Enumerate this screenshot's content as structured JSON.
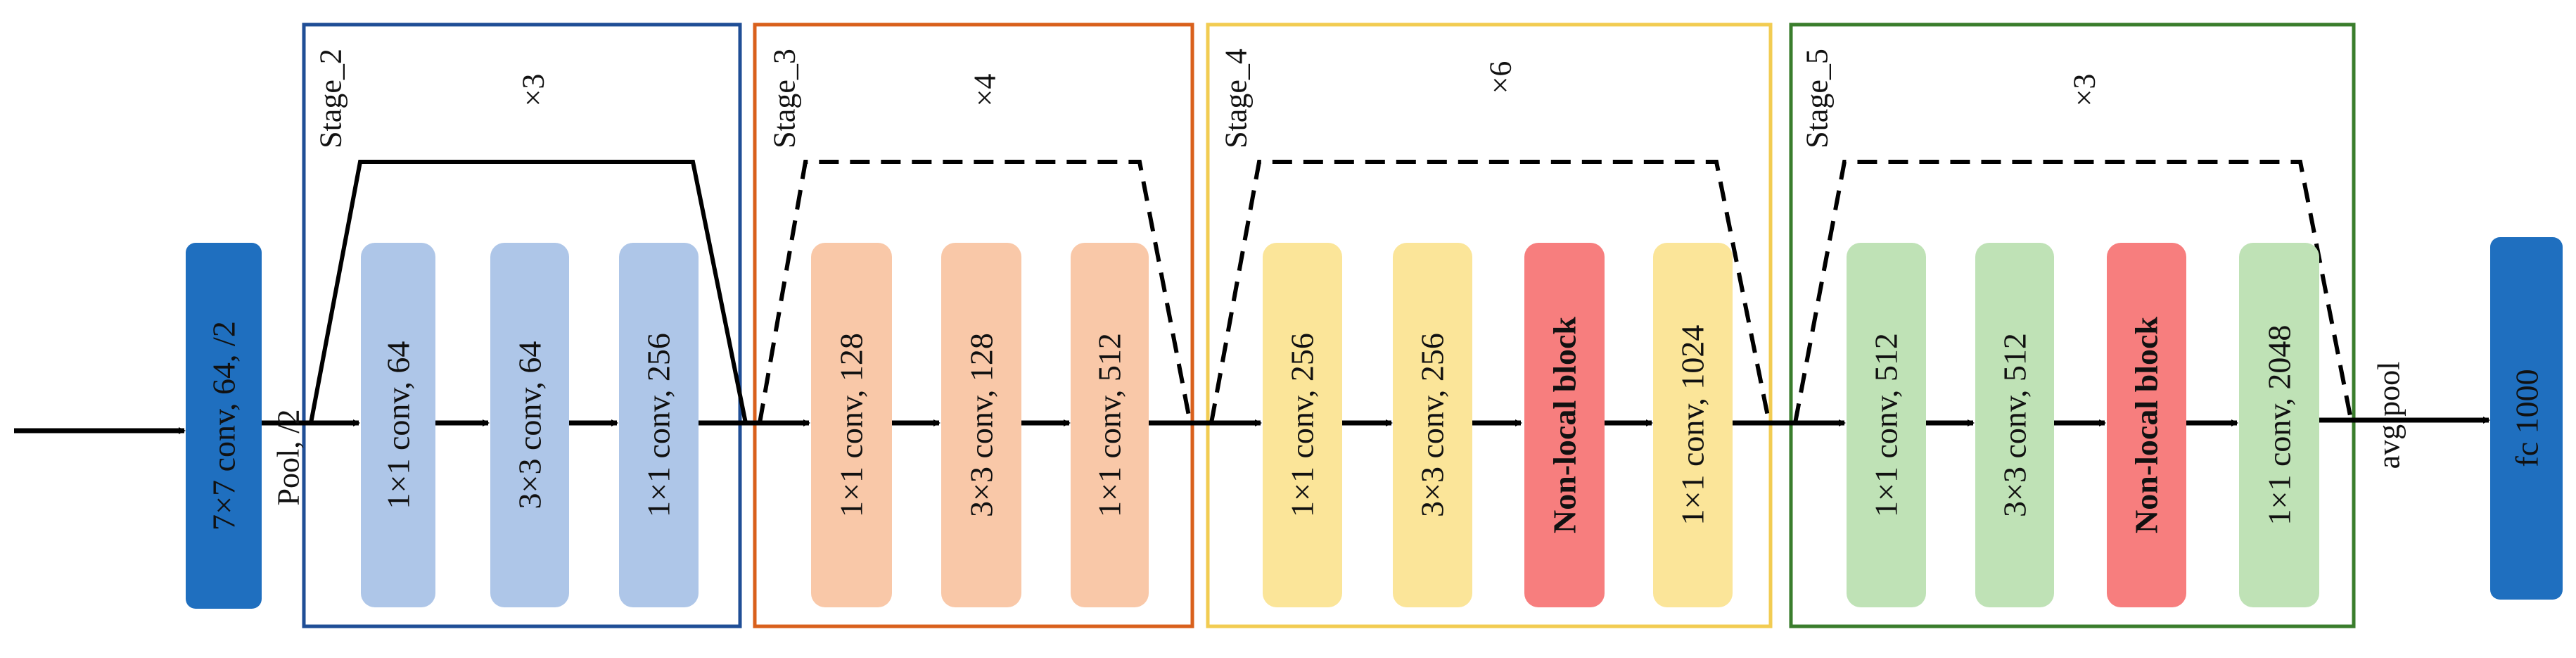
{
  "diagram": {
    "input": {
      "label": "7×7  conv, 64, /2",
      "color": "#1f6fbf"
    },
    "pool_label": "Pool, /2",
    "avgpool_label": "avg pool",
    "output": {
      "label": "fc 1000",
      "color": "#1f6fbf"
    },
    "stages": [
      {
        "name": "Stage_2",
        "repeat": "×3",
        "border_color": "#1f4e96",
        "bracket_style": "solid",
        "blocks": [
          {
            "label": "1×1  conv, 64",
            "color": "#aec6e8",
            "bold": false
          },
          {
            "label": "3×3  conv, 64",
            "color": "#aec6e8",
            "bold": false
          },
          {
            "label": "1×1  conv, 256",
            "color": "#aec6e8",
            "bold": false
          }
        ]
      },
      {
        "name": "Stage_3",
        "repeat": "×4",
        "border_color": "#d9601c",
        "bracket_style": "dashed",
        "blocks": [
          {
            "label": "1×1  conv, 128",
            "color": "#f9c8a8",
            "bold": false
          },
          {
            "label": "3×3  conv, 128",
            "color": "#f9c8a8",
            "bold": false
          },
          {
            "label": "1×1  conv, 512",
            "color": "#f9c8a8",
            "bold": false
          }
        ]
      },
      {
        "name": "Stage_4",
        "repeat": "×6",
        "border_color": "#f2cc52",
        "bracket_style": "dashed",
        "blocks": [
          {
            "label": "1×1  conv, 256",
            "color": "#fbe599",
            "bold": false
          },
          {
            "label": "3×3  conv, 256",
            "color": "#fbe599",
            "bold": false
          },
          {
            "label": "Non-local block",
            "color": "#f77e7e",
            "bold": true
          },
          {
            "label": "1×1  conv, 1024",
            "color": "#fbe599",
            "bold": false
          }
        ]
      },
      {
        "name": "Stage_5",
        "repeat": "×3",
        "border_color": "#3a7d2c",
        "bracket_style": "dashed",
        "blocks": [
          {
            "label": "1×1  conv, 512",
            "color": "#bfe2b6",
            "bold": false
          },
          {
            "label": "3×3  conv, 512",
            "color": "#bfe2b6",
            "bold": false
          },
          {
            "label": "Non-local block",
            "color": "#f77e7e",
            "bold": true
          },
          {
            "label": "1×1  conv, 2048",
            "color": "#bfe2b6",
            "bold": false
          }
        ]
      }
    ]
  }
}
